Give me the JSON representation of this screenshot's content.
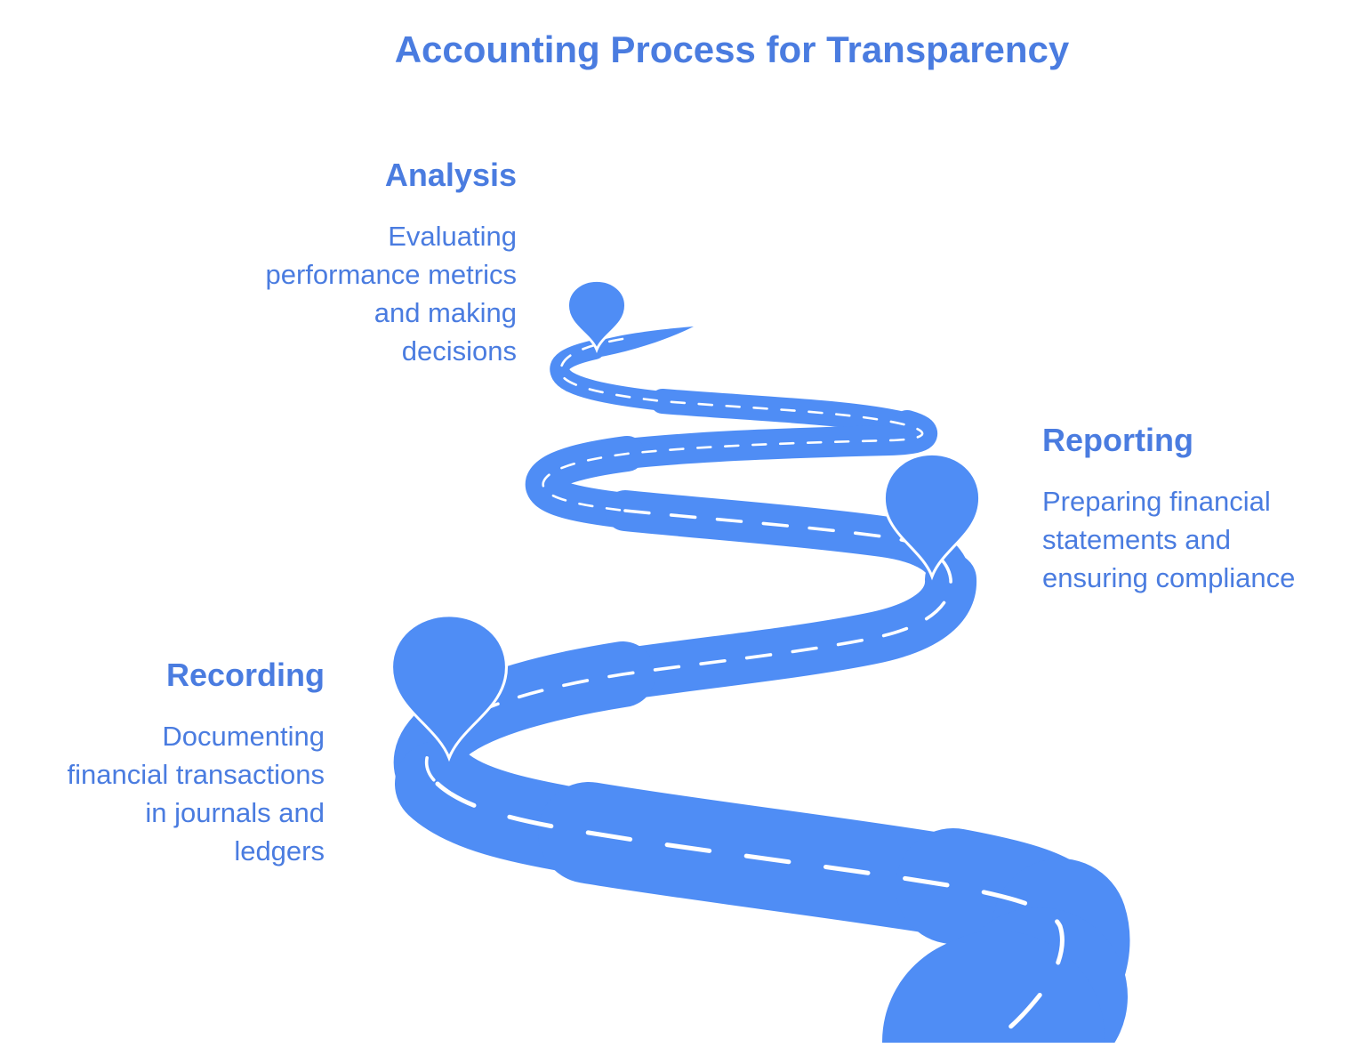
{
  "title": "Accounting Process for Transparency",
  "steps": [
    {
      "name": "Analysis",
      "desc_lines": [
        "Evaluating",
        "performance metrics",
        "and making",
        "decisions"
      ]
    },
    {
      "name": "Reporting",
      "desc_lines": [
        "Preparing financial",
        "statements and",
        "ensuring compliance"
      ]
    },
    {
      "name": "Recording",
      "desc_lines": [
        "Documenting",
        "financial transactions",
        "in journals and",
        "ledgers"
      ]
    }
  ],
  "icons": {
    "milestone_marker": "map-pin-icon",
    "road_graphic": "winding-road"
  },
  "colors": {
    "road_blue": "#4F8DF5",
    "text_blue": "#4A7CE0",
    "road_dash_white": "#FFFFFF",
    "background": "#FFFFFF"
  }
}
